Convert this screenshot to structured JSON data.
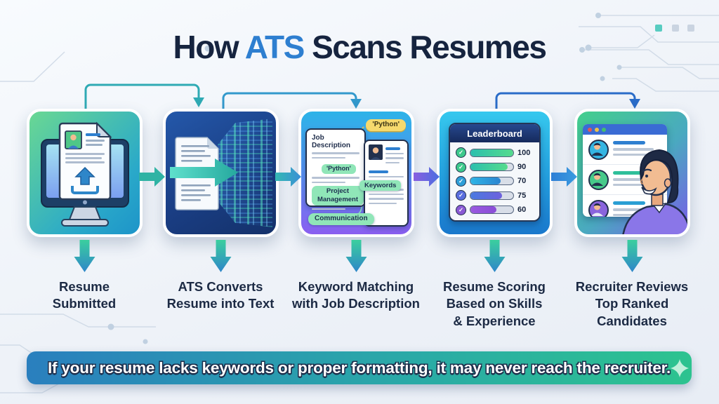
{
  "title": {
    "pre": "How ",
    "highlight": "ATS",
    "post": " Scans Resumes"
  },
  "steps": [
    {
      "label": "Resume\nSubmitted"
    },
    {
      "label": "ATS Converts\nResume into Text"
    },
    {
      "label": "Keyword Matching\nwith Job Description"
    },
    {
      "label": "Resume Scoring\nBased on Skills\n& Experience"
    },
    {
      "label": "Recruiter Reviews\nTop Ranked\nCandidates"
    }
  ],
  "keyword_card": {
    "floating_tag": "'Python'",
    "job_panel": {
      "title": "Job Description",
      "tag_python": "'Python'",
      "tag_project": "Project\nManagement"
    },
    "resume_panel": {
      "tag_keywords": "Keywords"
    },
    "tag_communication": "Communication"
  },
  "leaderboard": {
    "title": "Leaderboard",
    "rows": [
      {
        "check": "✓",
        "score": "100",
        "fill_pct": 100,
        "bar_from": "#2bbfae",
        "bar_to": "#55db8d",
        "circle": "#3dc98c"
      },
      {
        "check": "✓",
        "score": "90",
        "fill_pct": 87,
        "bar_from": "#2bbfae",
        "bar_to": "#55db8d",
        "circle": "#3dc98c"
      },
      {
        "check": "✓",
        "score": "70",
        "fill_pct": 70,
        "bar_from": "#2fb5e6",
        "bar_to": "#2b84d0",
        "circle": "#2f9fd8"
      },
      {
        "check": "✓",
        "score": "75",
        "fill_pct": 73,
        "bar_from": "#4a7ae0",
        "bar_to": "#6e61dd",
        "circle": "#5a6ede"
      },
      {
        "check": "✓",
        "score": "60",
        "fill_pct": 60,
        "bar_from": "#9a5ae0",
        "bar_to": "#8a4ed6",
        "circle": "#8a5ad4"
      }
    ]
  },
  "banner": {
    "text": "If your resume lacks keywords or proper formatting, it may never reach the recruiter."
  },
  "colors": {
    "title_navy": "#16243f",
    "title_blue": "#2e7fd0",
    "label_navy": "#1c2a44",
    "arrow_teal": "#2fb3a4",
    "arrow_blue": "#2e7fd6",
    "arrow_purple": "#6a6ee2",
    "banner_start": "#2a7fbe",
    "banner_end": "#2dc38f",
    "chip_green": "#90e6b8",
    "chip_yellow": "#f6d96d"
  }
}
